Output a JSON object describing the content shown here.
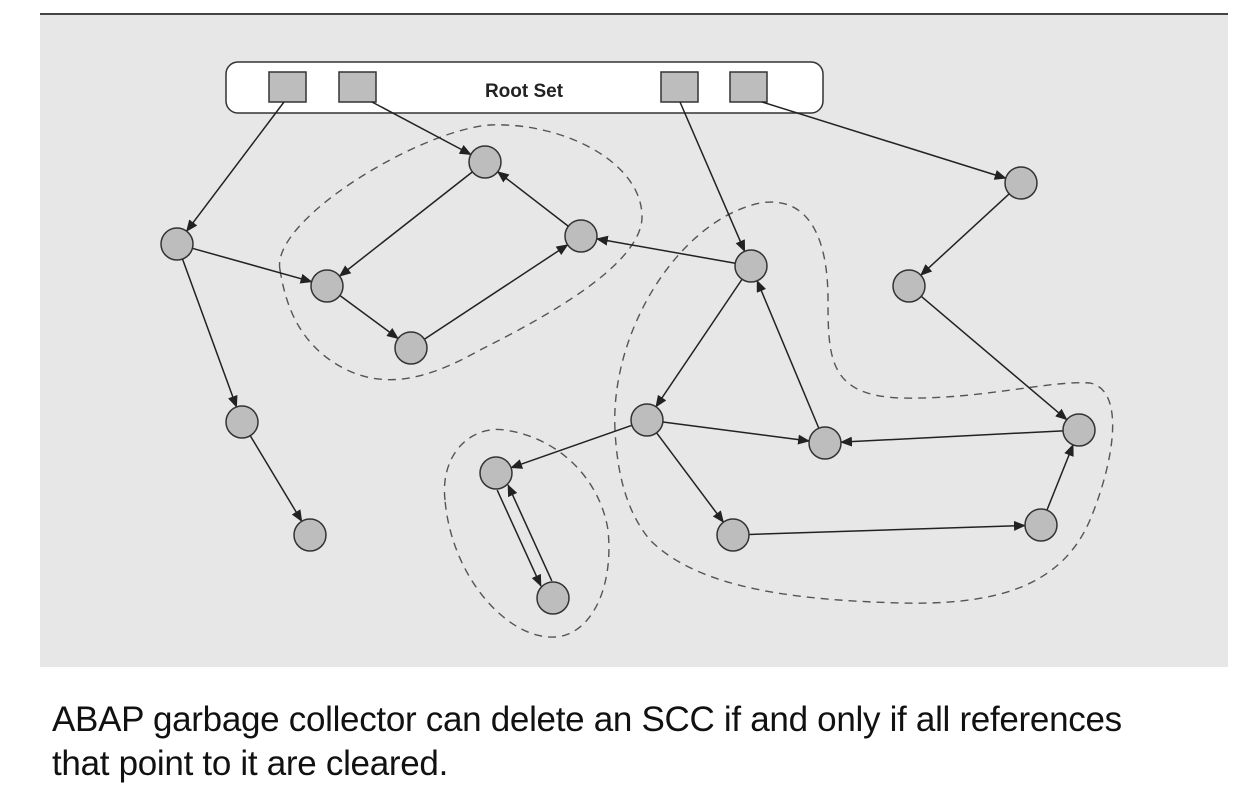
{
  "figure": {
    "root_set_label": "Root Set",
    "root_slot_count": 4,
    "nodes": [
      {
        "id": "A",
        "scc": null
      },
      {
        "id": "B",
        "scc": "scc-1"
      },
      {
        "id": "C",
        "scc": "scc-1"
      },
      {
        "id": "D",
        "scc": "scc-1"
      },
      {
        "id": "E",
        "scc": "scc-1"
      },
      {
        "id": "F",
        "scc": "scc-3"
      },
      {
        "id": "G",
        "scc": null
      },
      {
        "id": "H",
        "scc": null
      },
      {
        "id": "I",
        "scc": "scc-3"
      },
      {
        "id": "J",
        "scc": "scc-3"
      },
      {
        "id": "K",
        "scc": "scc-3"
      },
      {
        "id": "L",
        "scc": "scc-2"
      },
      {
        "id": "M",
        "scc": "scc-2"
      },
      {
        "id": "N",
        "scc": "scc-3"
      },
      {
        "id": "O",
        "scc": "scc-3"
      },
      {
        "id": "P",
        "scc": null
      },
      {
        "id": "Q",
        "scc": null
      }
    ],
    "edges": [
      {
        "from": "R1",
        "to": "A"
      },
      {
        "from": "R2",
        "to": "C"
      },
      {
        "from": "R3",
        "to": "F"
      },
      {
        "from": "R4",
        "to": "G"
      },
      {
        "from": "A",
        "to": "B"
      },
      {
        "from": "A",
        "to": "P"
      },
      {
        "from": "P",
        "to": "Q"
      },
      {
        "from": "C",
        "to": "B"
      },
      {
        "from": "B",
        "to": "E"
      },
      {
        "from": "E",
        "to": "D"
      },
      {
        "from": "D",
        "to": "C"
      },
      {
        "from": "F",
        "to": "D"
      },
      {
        "from": "F",
        "to": "I"
      },
      {
        "from": "J",
        "to": "F"
      },
      {
        "from": "I",
        "to": "J"
      },
      {
        "from": "I",
        "to": "L"
      },
      {
        "from": "I",
        "to": "N"
      },
      {
        "from": "N",
        "to": "O"
      },
      {
        "from": "O",
        "to": "K"
      },
      {
        "from": "K",
        "to": "J"
      },
      {
        "from": "G",
        "to": "H"
      },
      {
        "from": "H",
        "to": "K"
      },
      {
        "from": "L",
        "to": "M"
      },
      {
        "from": "M",
        "to": "L"
      }
    ],
    "colors": {
      "background": "#e7e7e7",
      "node_fill": "#bdbdbd",
      "stroke": "#333333",
      "dash": "#555555"
    }
  },
  "caption": {
    "line1": "ABAP garbage collector can delete an SCC if and only if all references",
    "line2": "that point to it are cleared."
  }
}
